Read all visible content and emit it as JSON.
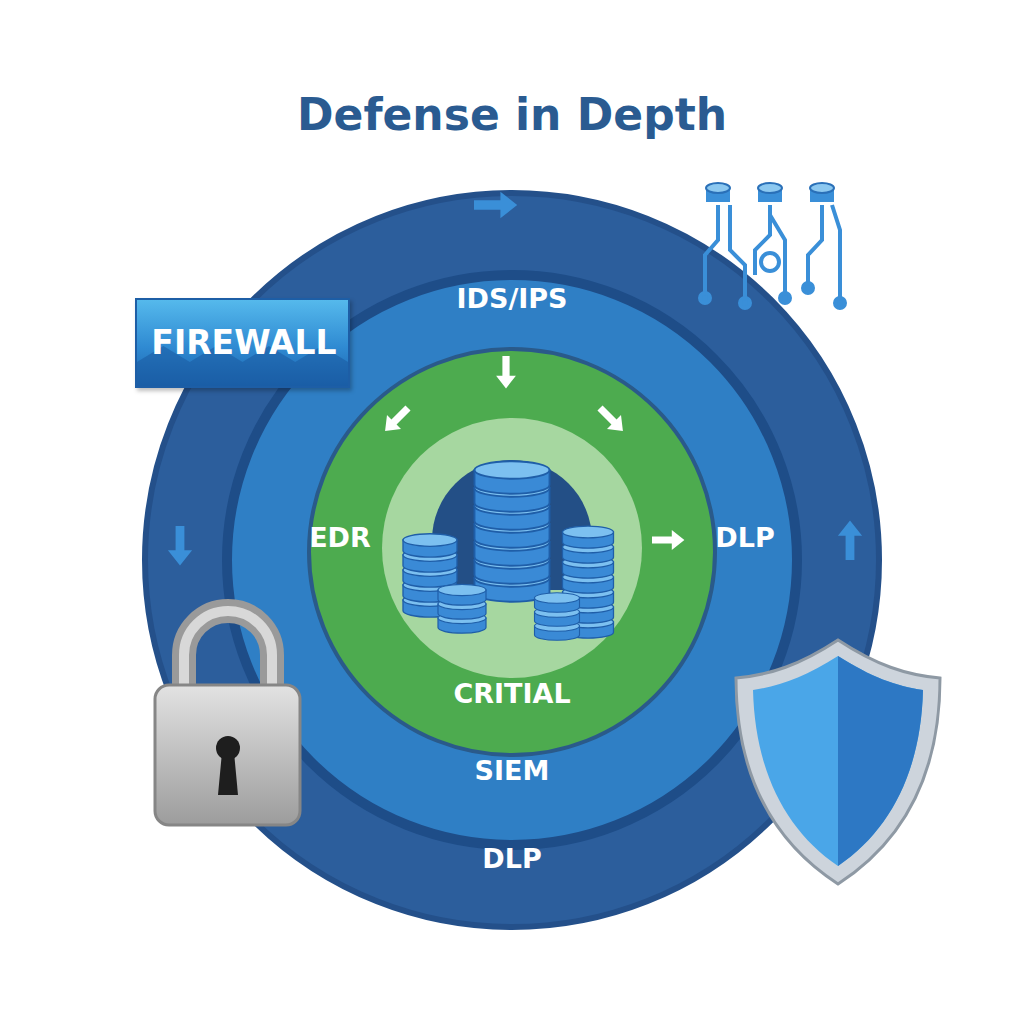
{
  "diagram": {
    "title": "Defense in Depth",
    "nodes": [
      {
        "text": [
          "FIREWALL"
        ]
      },
      {
        "text": [
          "DLP"
        ]
      },
      {
        "text": [
          "IDS/IPS",
          "SIEM"
        ],
        "in": 1
      },
      {
        "text": [
          "EDR",
          "DLP",
          "CRITIAL"
        ],
        "in": 2
      }
    ]
  }
}
